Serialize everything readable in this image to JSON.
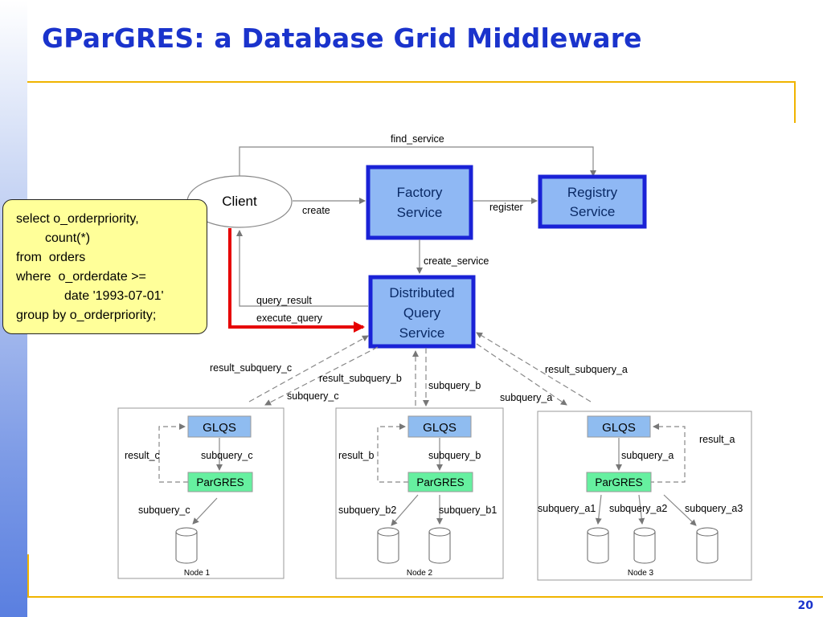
{
  "slide": {
    "title": "GParGRES: a Database Grid Middleware",
    "page_number": "20"
  },
  "diagram": {
    "client": "Client",
    "factory_service": [
      "Factory",
      "Service"
    ],
    "registry_service": [
      "Registry",
      "Service"
    ],
    "distributed_query_service": [
      "Distributed",
      "Query",
      "Service"
    ],
    "edges": {
      "find_service": "find_service",
      "create": "create",
      "register": "register",
      "create_service": "create_service",
      "query_result": "query_result",
      "execute_query": "execute_query",
      "result_subquery_c": "result_subquery_c",
      "subquery_c": "subquery_c",
      "result_subquery_b": "result_subquery_b",
      "subquery_b": "subquery_b",
      "result_subquery_a": "result_subquery_a",
      "subquery_a": "subquery_a"
    },
    "nodes": [
      {
        "name": "Node 1",
        "glqs": "GLQS",
        "pargres": "ParGRES",
        "result_label": "result_c",
        "subquery_label": "subquery_c",
        "db_labels": [
          "subquery_c"
        ]
      },
      {
        "name": "Node 2",
        "glqs": "GLQS",
        "pargres": "ParGRES",
        "result_label": "result_b",
        "subquery_label": "subquery_b",
        "db_labels": [
          "subquery_b2",
          "subquery_b1"
        ]
      },
      {
        "name": "Node 3",
        "glqs": "GLQS",
        "pargres": "ParGRES",
        "result_label": "result_a",
        "subquery_label": "subquery_a",
        "db_labels": [
          "subquery_a1",
          "subquery_a2",
          "subquery_a3"
        ]
      }
    ]
  },
  "sql_callout": {
    "lines": [
      "select o_orderpriority,",
      "count(*)",
      "from  orders",
      "where  o_orderdate >=",
      "date '1993-07-01'",
      "group by o_orderpriority;"
    ]
  },
  "colors": {
    "title": "#1a33cc",
    "rule": "#f0b400",
    "service_fill": "#8fb8f4",
    "service_border": "#1a22d6",
    "glqs_fill": "#8fbcf0",
    "pargres_fill": "#66f0a0",
    "highlight_arrow": "#e60000",
    "callout_fill": "#ffff99"
  }
}
